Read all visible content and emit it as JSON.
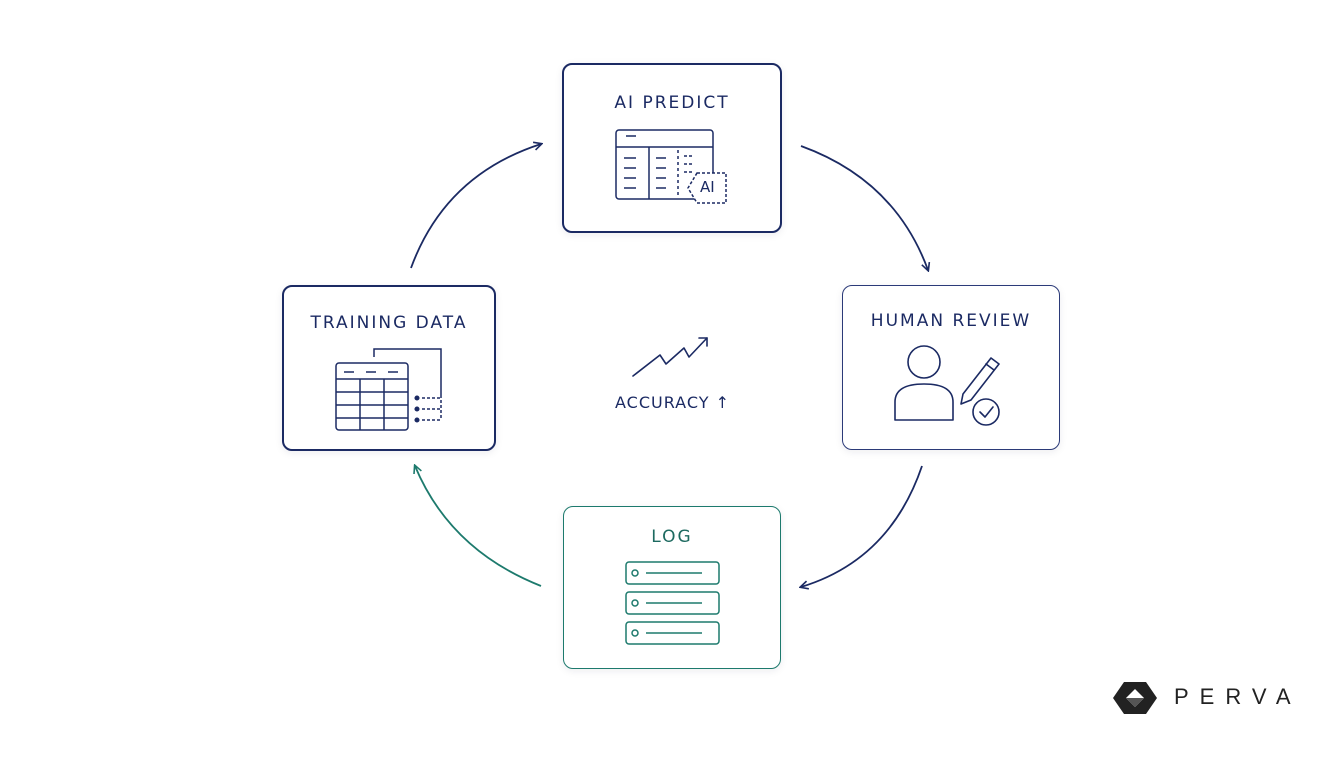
{
  "nodes": {
    "predict": {
      "title": "AI PREDICT",
      "tag": "AI"
    },
    "review": {
      "title": "HUMAN REVIEW"
    },
    "log": {
      "title": "LOG"
    },
    "training": {
      "title": "TRAINING DATA"
    }
  },
  "center": {
    "label": "ACCURACY ↑"
  },
  "brand": {
    "name": "PERVA"
  },
  "colors": {
    "navy": "#1b2a63",
    "teal": "#1d7a6d"
  }
}
